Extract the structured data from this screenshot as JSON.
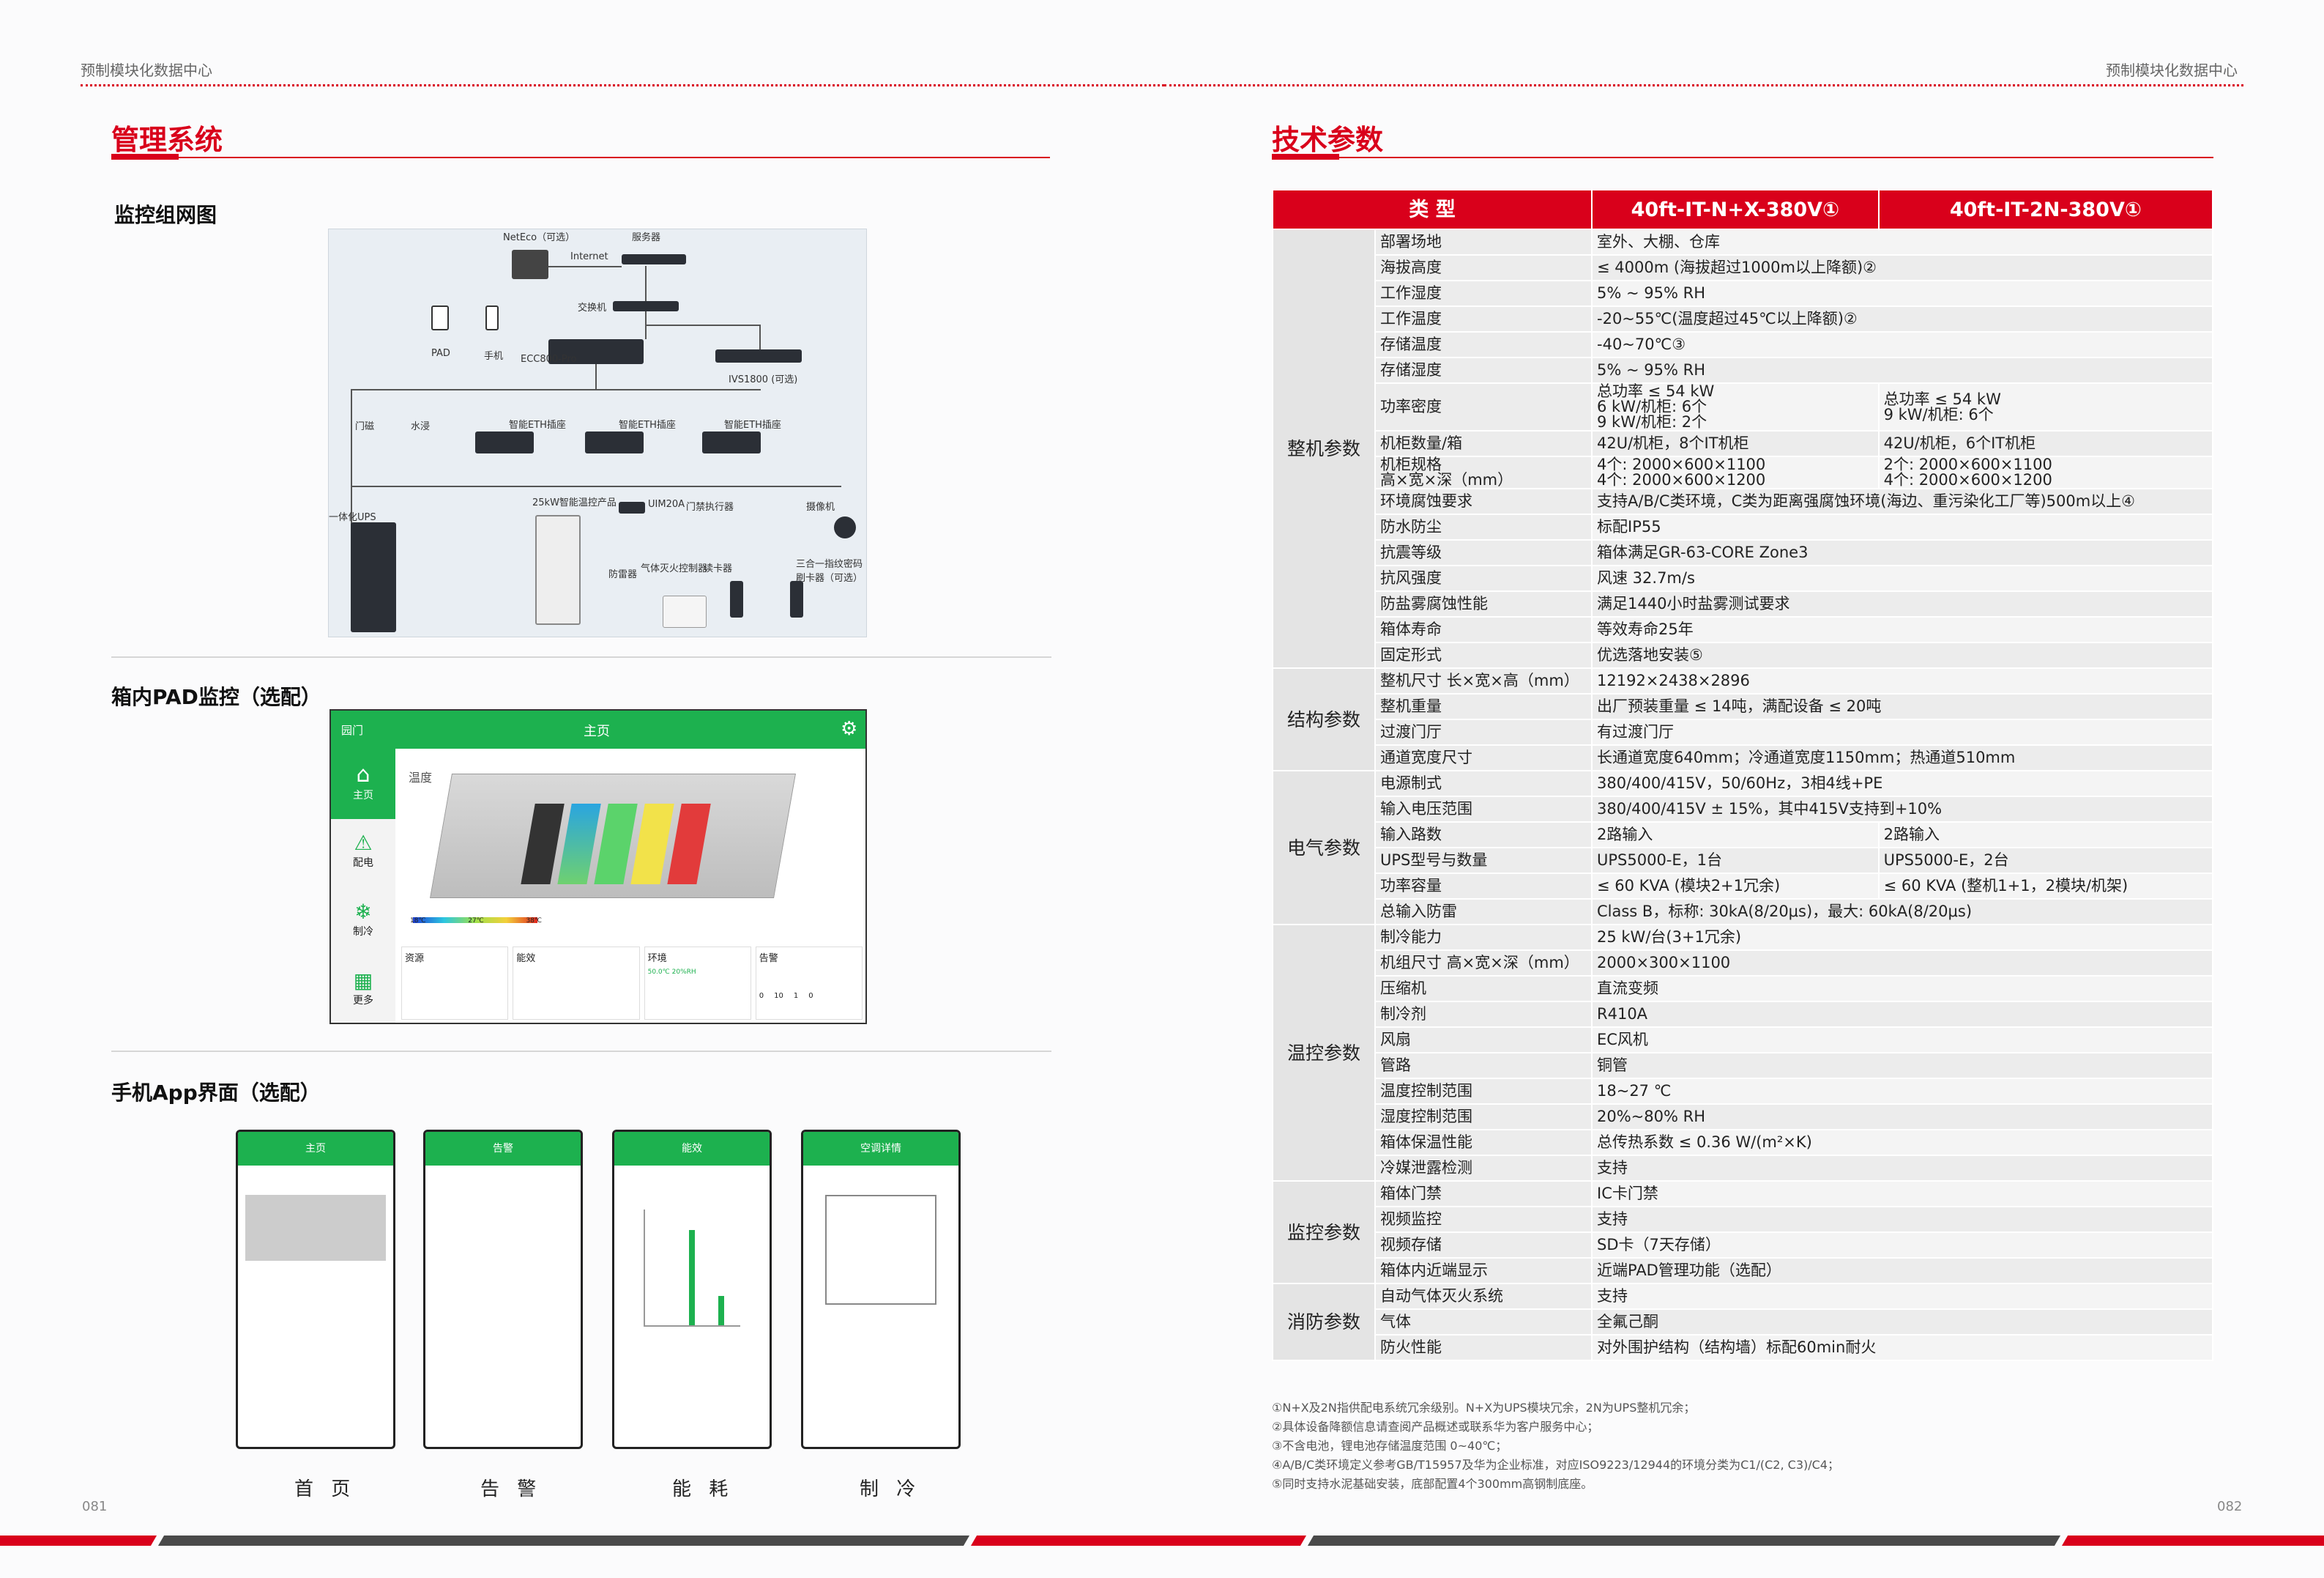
{
  "header": {
    "left": "预制模块化数据中心",
    "right": "预制模块化数据中心"
  },
  "left": {
    "title": "管理系统",
    "sections": [
      "监控组网图",
      "箱内PAD监控（选配）",
      "手机App界面（选配）"
    ],
    "diagram": {
      "labels": [
        "NetEco（可选）",
        "服务器",
        "Internet",
        "交换机",
        "PAD",
        "手机",
        "ECC800-Pro",
        "IVS1800 (可选)",
        "门磁",
        "水浸",
        "智能ETH插座",
        "智能ETH插座",
        "智能ETH插座",
        "一体化UPS",
        "25kW智能温控产品",
        "UIM20A",
        "门禁执行器",
        "摄像机",
        "防雷器",
        "气体灭火控制器",
        "读卡器",
        "三合一指纹密码刷卡器（可选）"
      ]
    },
    "pad": {
      "app": "园门",
      "title": "主页",
      "nav": [
        "主页",
        "配电",
        "制冷",
        "更多"
      ],
      "temp_label": "温度",
      "scale": [
        "18℃",
        "27℃",
        "38℃"
      ],
      "panels": [
        "资源",
        "能效",
        "环境",
        "告警"
      ],
      "env": [
        "50.0℃",
        "20%RH"
      ],
      "alarms": [
        "0",
        "10",
        "1",
        "0"
      ]
    },
    "phones": [
      {
        "title": "主页",
        "caption": "首 页"
      },
      {
        "title": "告警",
        "caption": "告 警"
      },
      {
        "title": "能效",
        "caption": "能 耗"
      },
      {
        "title": "空调详情",
        "caption": "制 冷"
      }
    ],
    "page_no": "081"
  },
  "right": {
    "title": "技术参数",
    "head": [
      "类 型",
      "40ft-IT-N+X-380V①",
      "40ft-IT-2N-380V①"
    ],
    "groups": [
      {
        "cat": "整机参数",
        "rows": [
          [
            "部署场地",
            "室外、大棚、仓库"
          ],
          [
            "海拔高度",
            "≤ 4000m (海拔超过1000m以上降额)②"
          ],
          [
            "工作湿度",
            "5% ~ 95%  RH"
          ],
          [
            "工作温度",
            "-20~55℃(温度超过45℃以上降额)②"
          ],
          [
            "存储温度",
            "-40~70℃③"
          ],
          [
            "存储湿度",
            "5% ~ 95%  RH"
          ],
          [
            "功率密度",
            "总功率 ≤ 54 kW\n6 kW/机柜: 6个\n9 kW/机柜: 2个",
            "总功率 ≤ 54 kW\n9 kW/机柜: 6个"
          ],
          [
            "机柜数量/箱",
            "42U/机柜，8个IT机柜",
            "42U/机柜，6个IT机柜"
          ],
          [
            "机柜规格\n高×宽×深（mm）",
            "4个: 2000×600×1100\n4个: 2000×600×1200",
            "2个: 2000×600×1100\n4个: 2000×600×1200"
          ],
          [
            "环境腐蚀要求",
            "支持A/B/C类环境，C类为距离强腐蚀环境(海边、重污染化工厂等)500m以上④"
          ],
          [
            "防水防尘",
            "标配IP55"
          ],
          [
            "抗震等级",
            "箱体满足GR-63-CORE Zone3"
          ],
          [
            "抗风强度",
            "风速 32.7m/s"
          ],
          [
            "防盐雾腐蚀性能",
            "满足1440小时盐雾测试要求"
          ],
          [
            "箱体寿命",
            "等效寿命25年"
          ],
          [
            "固定形式",
            "优选落地安装⑤"
          ]
        ]
      },
      {
        "cat": "结构参数",
        "rows": [
          [
            "整机尺寸 长×宽×高（mm）",
            "12192×2438×2896"
          ],
          [
            "整机重量",
            "出厂预装重量 ≤ 14吨，满配设备 ≤ 20吨"
          ],
          [
            "过渡门厅",
            "有过渡门厅"
          ],
          [
            "通道宽度尺寸",
            "长通道宽度640mm；冷通道宽度1150mm；热通道510mm"
          ]
        ]
      },
      {
        "cat": "电气参数",
        "rows": [
          [
            "电源制式",
            "380/400/415V，50/60Hz，3相4线+PE"
          ],
          [
            "输入电压范围",
            "380/400/415V ± 15%，其中415V支持到+10%"
          ],
          [
            "输入路数",
            "2路输入",
            "2路输入"
          ],
          [
            "UPS型号与数量",
            "UPS5000-E，1台",
            "UPS5000-E，2台"
          ],
          [
            "功率容量",
            "≤ 60 KVA (模块2+1冗余)",
            "≤ 60 KVA (整机1+1，2模块/机架)"
          ],
          [
            "总输入防雷",
            "Class B，标称: 30kA(8/20μs)，最大: 60kA(8/20μs)"
          ]
        ]
      },
      {
        "cat": "温控参数",
        "rows": [
          [
            "制冷能力",
            "25 kW/台(3+1冗余)"
          ],
          [
            "机组尺寸 高×宽×深（mm）",
            "2000×300×1100"
          ],
          [
            "压缩机",
            "直流变频"
          ],
          [
            "制冷剂",
            "R410A"
          ],
          [
            "风扇",
            "EC风机"
          ],
          [
            "管路",
            "铜管"
          ],
          [
            "温度控制范围",
            "18~27 ℃"
          ],
          [
            "湿度控制范围",
            "20%~80% RH"
          ],
          [
            "箱体保温性能",
            "总传热系数 ≤ 0.36 W/(m²×K)"
          ],
          [
            "冷媒泄露检测",
            "支持"
          ]
        ]
      },
      {
        "cat": "监控参数",
        "rows": [
          [
            "箱体门禁",
            "IC卡门禁"
          ],
          [
            "视频监控",
            "支持"
          ],
          [
            "视频存储",
            "SD卡（7天存储）"
          ],
          [
            "箱体内近端显示",
            "近端PAD管理功能（选配）"
          ]
        ]
      },
      {
        "cat": "消防参数",
        "rows": [
          [
            "自动气体灭火系统",
            "支持"
          ],
          [
            "气体",
            "全氟己酮"
          ],
          [
            "防火性能",
            "对外围护结构（结构墙）标配60min耐火"
          ]
        ]
      }
    ],
    "notes": [
      "①N+X及2N指供配电系统冗余级别。N+X为UPS模块冗余，2N为UPS整机冗余；",
      "②具体设备降额信息请查阅产品概述或联系华为客户服务中心；",
      "③不含电池，锂电池存储温度范围 0~40℃；",
      "④A/B/C类环境定义参考GB/T15957及华为企业标准，对应ISO9223/12944的环境分类为C1/(C2, C3)/C4；",
      "⑤同时支持水泥基础安装，底部配置4个300mm高钢制底座。"
    ],
    "page_no": "082"
  },
  "colors": {
    "accent": "#d9001b",
    "green": "#1db14f"
  }
}
